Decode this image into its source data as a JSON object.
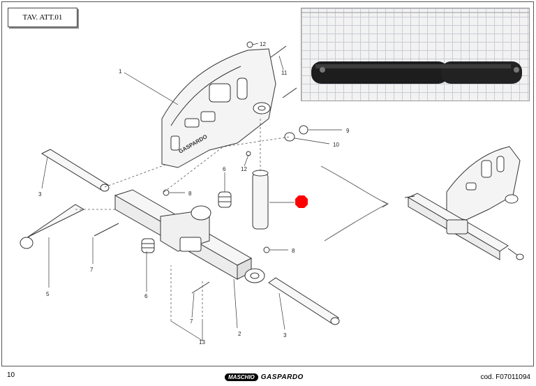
{
  "header": {
    "table_label": "TAV. ATT.01"
  },
  "callouts": {
    "c1": "1",
    "c2": "2",
    "c3a": "3",
    "c3b": "3",
    "c5": "5",
    "c6a": "6",
    "c6b": "6",
    "c7a": "7",
    "c7b": "7",
    "c8a": "8",
    "c8b": "8",
    "c9": "9",
    "c10": "10",
    "c11": "11",
    "c12a": "12",
    "c12b": "12",
    "c13": "13"
  },
  "frame_text": {
    "frame_brand": "GASPARDO"
  },
  "footer": {
    "page_number": "10",
    "logo_left": "MASCHIO",
    "logo_right": "GASPARDO",
    "code": "cod.  F07011094"
  },
  "colors": {
    "highlight_marker": "#ff0000",
    "ink": "#333333"
  },
  "icons": {
    "marker": "red-octagon-marker-icon",
    "arrow": "curved-arrow-icon"
  }
}
